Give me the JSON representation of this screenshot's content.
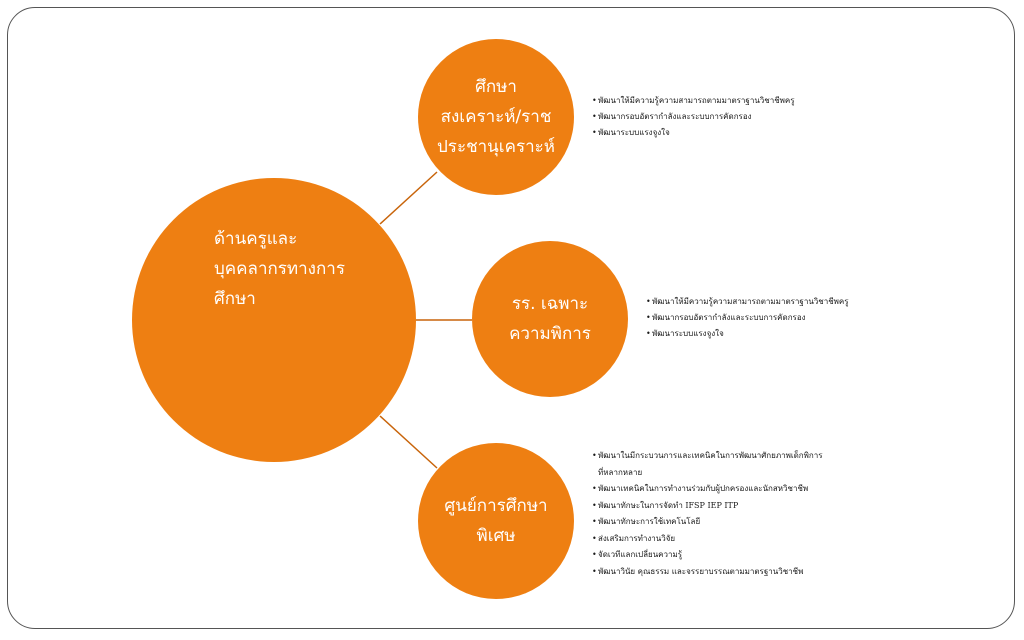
{
  "diagram": {
    "center": {
      "lines": [
        "ด้านครูและ",
        "บุคคลากรทางการ",
        "ศึกษา"
      ]
    },
    "nodes": [
      {
        "lines": [
          "ศึกษา",
          "สงเคราะห์/ราช",
          "ประชานุเคราะห์"
        ],
        "bullets": [
          "พัฒนาให้มีความรู้ความสามารถตามมาตราฐานวิชาชีพครู",
          "พัฒนากรอบอัตรากำลังและระบบการคัดกรอง",
          "พัฒนาระบบแรงจูงใจ"
        ]
      },
      {
        "lines": [
          "รร. เฉพาะ",
          "ความพิการ"
        ],
        "bullets": [
          "พัฒนาให้มีความรู้ความสามารถตามมาตราฐานวิชาชีพครู",
          "พัฒนากรอบอัตรากำลังและระบบการคัดกรอง",
          "พัฒนาระบบแรงจูงใจ"
        ]
      },
      {
        "lines": [
          "ศูนย์การศึกษา",
          "พิเศษ"
        ],
        "bullets": [
          "พัฒนาในมีกระบวนการและเทคนิคในการพัฒนาศักยภาพเด็กพิการ\nที่หลากหลาย",
          "พัฒนาเทคนิคในการทำงานร่วมกับผู้ปกครองและนักสหวิชาชีพ",
          "พัฒนาทักษะในการจัดทำ IFSP IEP ITP",
          "พัฒนาทักษะการใช้เทคโนโลยี",
          "ส่งเสริมการทำงานวิจัย",
          "จัดเวทีแลกเปลี่ยนความรู้",
          "พัฒนาวินัย คุณธรรม และจรรยาบรรณตามมาตรฐานวิชาชีพ"
        ]
      }
    ]
  },
  "colors": {
    "circle_fill": "#ee7f12",
    "connector": "#c8640a",
    "circle_text": "#ffffff",
    "bullet_text": "#1a1a1a",
    "frame": "#555555"
  }
}
